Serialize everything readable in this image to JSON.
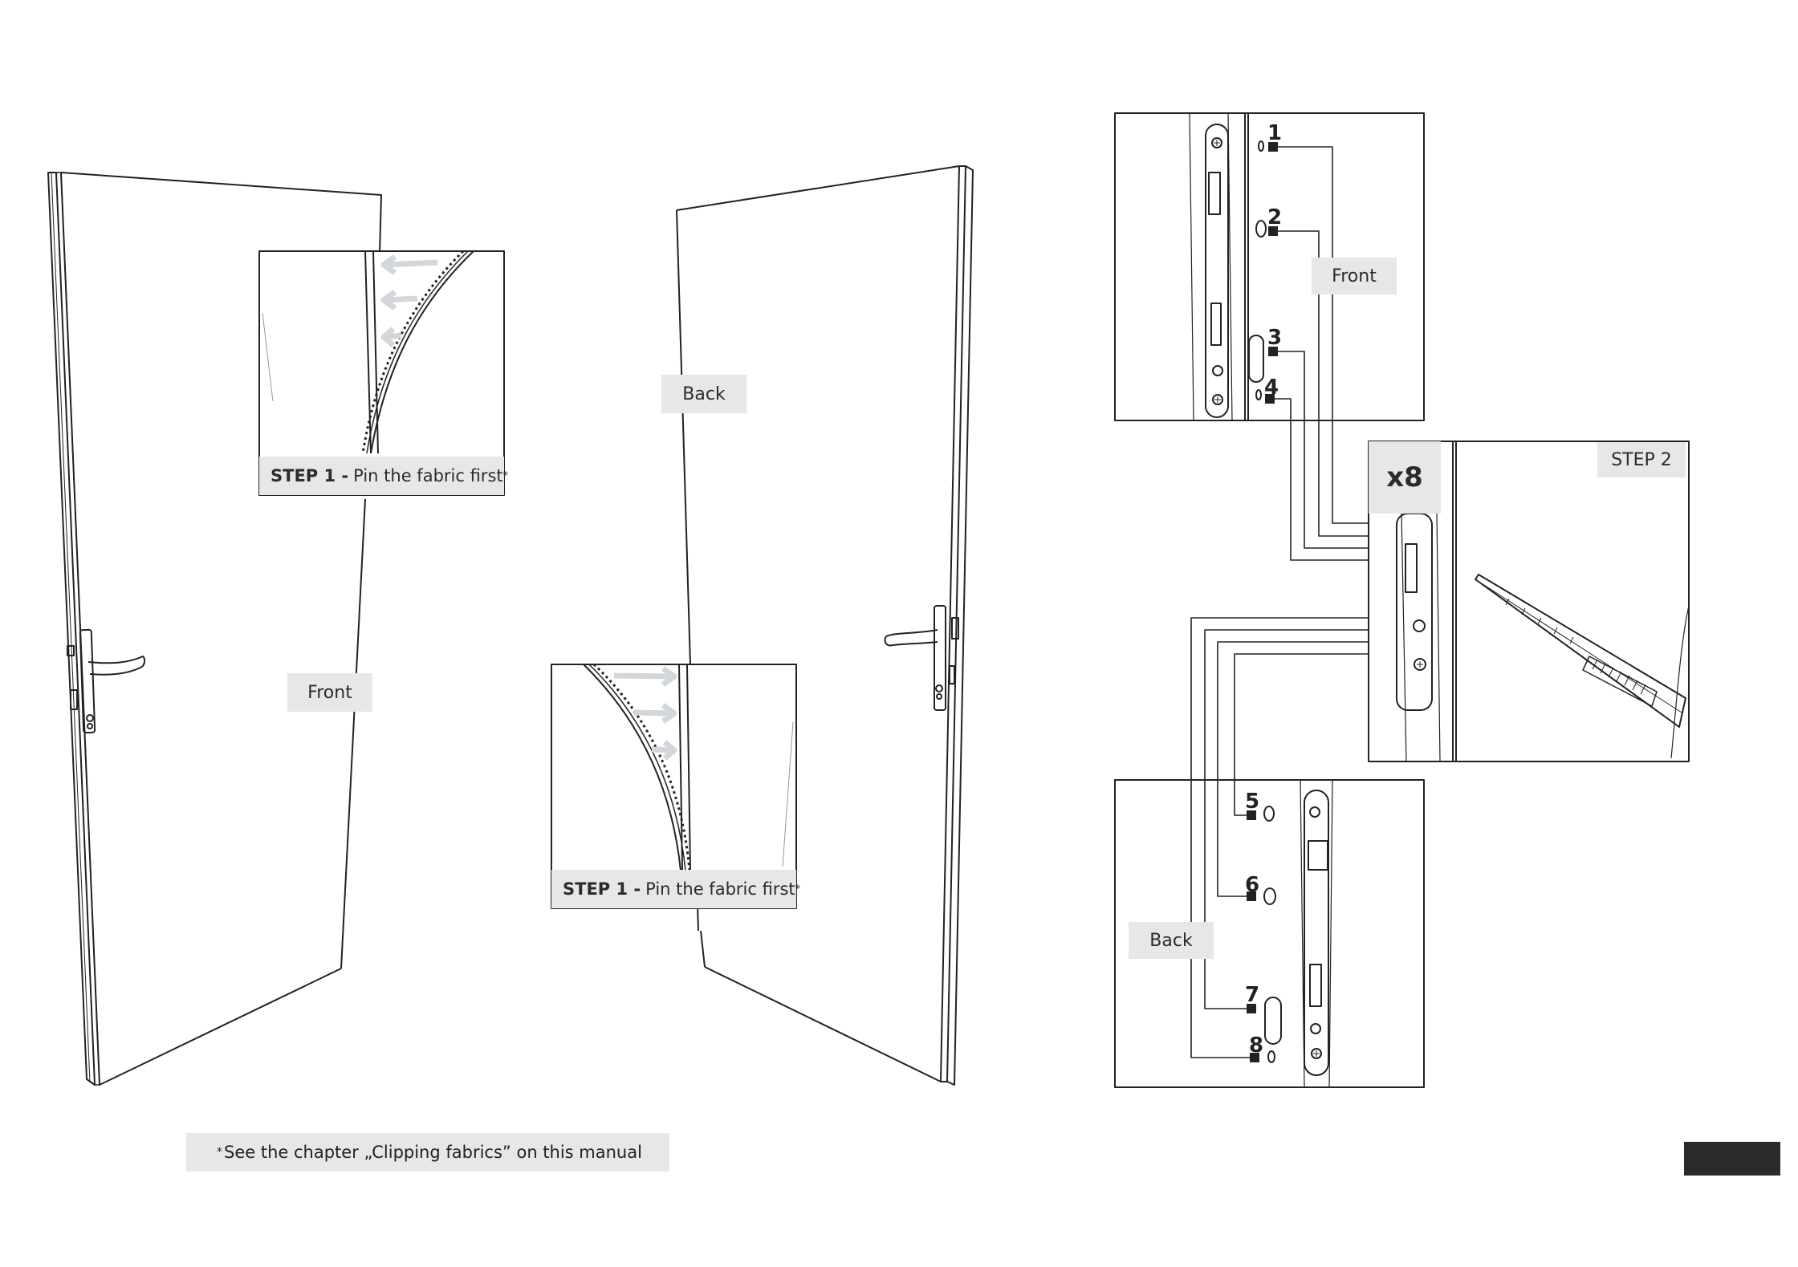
{
  "left_door": {
    "label": "Front"
  },
  "right_door": {
    "label": "Back"
  },
  "step1_inset_a": {
    "bold": "STEP 1",
    "sep": " - ",
    "text": "Pin the fabric first",
    "mark": "*"
  },
  "step1_inset_b": {
    "bold": "STEP 1",
    "sep": " - ",
    "text": "Pin the fabric first",
    "mark": "*"
  },
  "detail_front": {
    "label": "Front",
    "numbers": [
      "1",
      "2",
      "3",
      "4"
    ]
  },
  "detail_back": {
    "label": "Back",
    "numbers": [
      "5",
      "6",
      "7",
      "8"
    ]
  },
  "step2": {
    "label": "STEP 2",
    "multiplier": "x8"
  },
  "footnote": {
    "mark": "*",
    "text": "See the chapter „Clipping fabrics” on this manual"
  },
  "icons": [
    "door-icon",
    "door-handle-icon",
    "lock-plate-icon",
    "utility-knife-icon",
    "arrow-left-icon",
    "arrow-right-icon"
  ],
  "colors": {
    "label_bg": "#e6e7e9",
    "line": "#222222",
    "arrow": "#d9dbde"
  }
}
